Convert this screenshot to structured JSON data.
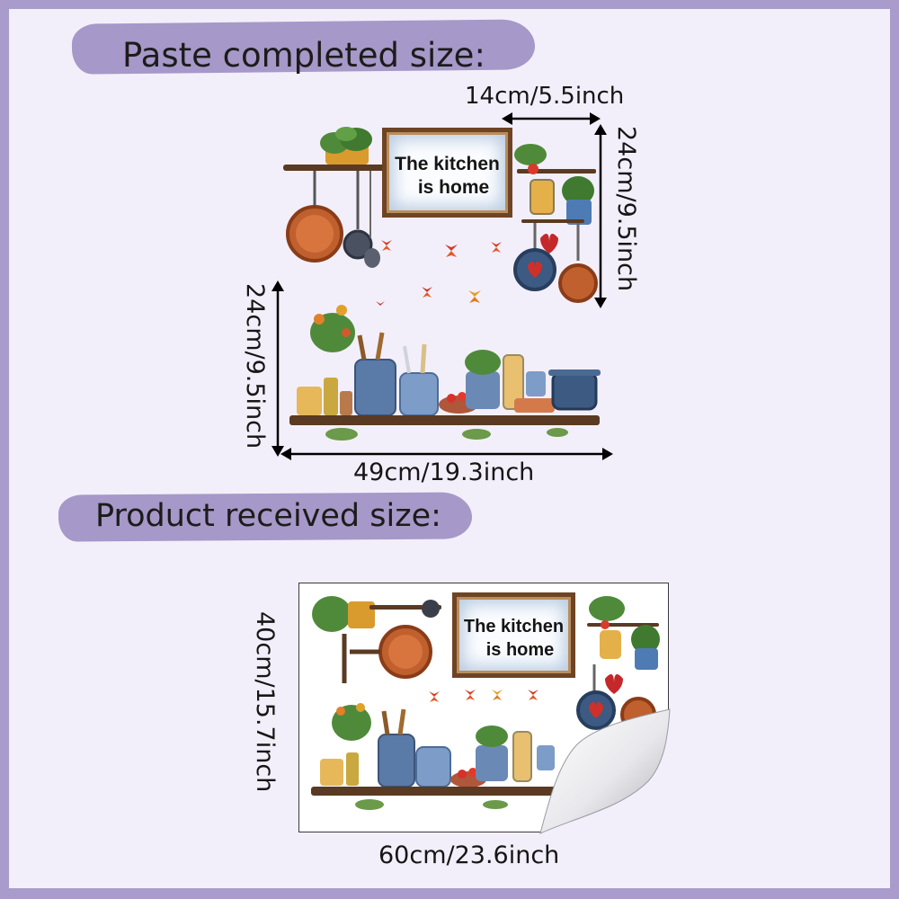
{
  "headings": {
    "paste": "Paste completed size:",
    "received": "Product received size:"
  },
  "dimensions": {
    "top_width": "14cm/5.5inch",
    "top_height": "24cm/9.5inch",
    "shelf_height": "24cm/9.5inch",
    "shelf_width": "49cm/19.3inch",
    "sheet_height": "40cm/15.7inch",
    "sheet_width": "60cm/23.6inch"
  },
  "sign": {
    "line1": "The kitchen",
    "line2": "is home"
  },
  "colors": {
    "border": "#a99bcb",
    "background": "#f3effa",
    "brush": "#a698c8",
    "copper": "#c0602e",
    "wood": "#5a3a22",
    "pot_blue": "#3c5a82"
  }
}
